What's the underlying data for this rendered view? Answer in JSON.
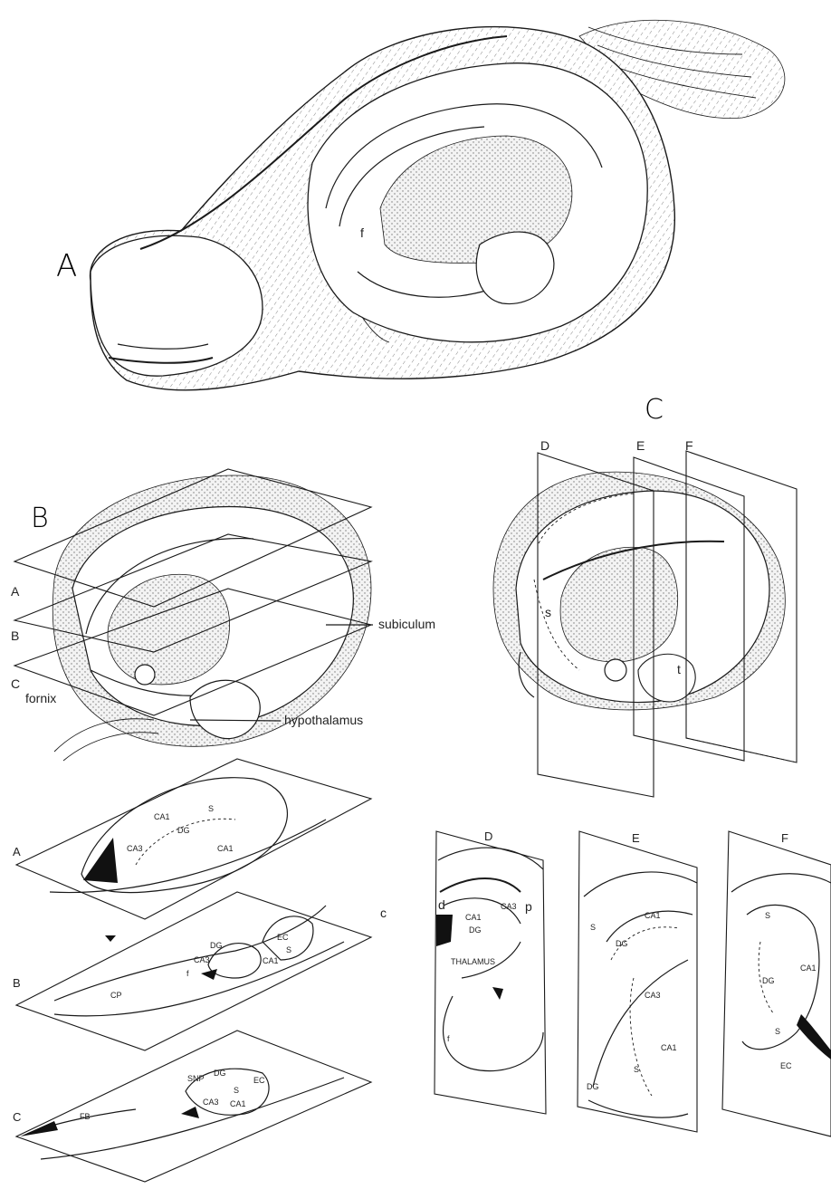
{
  "panel_labels": {
    "A": "A",
    "B": "B",
    "C": "C",
    "c_small": "c"
  },
  "panel_B": {
    "plane_letters": [
      "A",
      "B",
      "C"
    ],
    "callouts": {
      "subiculum": "subiculum",
      "fornix": "fornix",
      "hypothalamus": "hypothalamus"
    }
  },
  "panel_C": {
    "plane_letters": [
      "D",
      "E",
      "F"
    ],
    "structure_labels": {
      "s": "s",
      "t": "t"
    }
  },
  "panel_A_labels": {
    "f": "f"
  },
  "sections_left": [
    {
      "id": "A",
      "labels": [
        "CA1",
        "DG",
        "S",
        "CA3",
        "CA1"
      ]
    },
    {
      "id": "B",
      "labels": [
        "DG",
        "CA3",
        "EC",
        "S",
        "CA1",
        "f",
        "CP"
      ]
    },
    {
      "id": "C",
      "labels": [
        "SNP",
        "DG",
        "EC",
        "S",
        "CA3",
        "CA1",
        "FB"
      ]
    }
  ],
  "sections_right": [
    {
      "id": "D",
      "labels": [
        "d",
        "p",
        "CA1",
        "CA3",
        "DG",
        "THALAMUS",
        "f"
      ]
    },
    {
      "id": "E",
      "labels": [
        "CA1",
        "S",
        "DG",
        "CA3",
        "CA1",
        "S",
        "DG"
      ]
    },
    {
      "id": "F",
      "labels": [
        "S",
        "CA1",
        "DG",
        "S",
        "EC"
      ]
    }
  ]
}
